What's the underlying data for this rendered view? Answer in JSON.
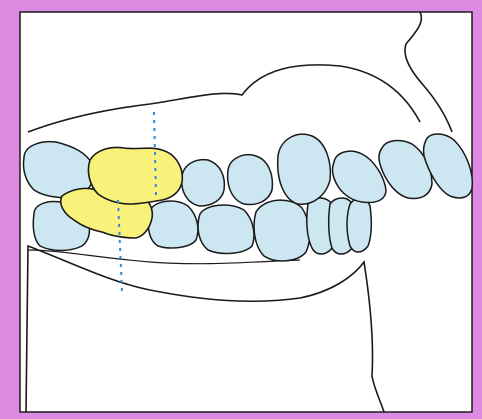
{
  "figure": {
    "subject": "dental-occlusion-lateral-view",
    "colors": {
      "background": "#DE8AE3",
      "model_base": "#FFFFFF",
      "tooth": "#CDE7F2",
      "highlighted_tooth": "#F9F27A",
      "outline": "#1A1A1A",
      "reference_line": "#2A8BE0"
    },
    "highlighted_teeth": [
      "upper-first-molar",
      "lower-first-molar"
    ],
    "reference_lines": [
      "upper-molar-axis",
      "lower-molar-axis"
    ]
  }
}
